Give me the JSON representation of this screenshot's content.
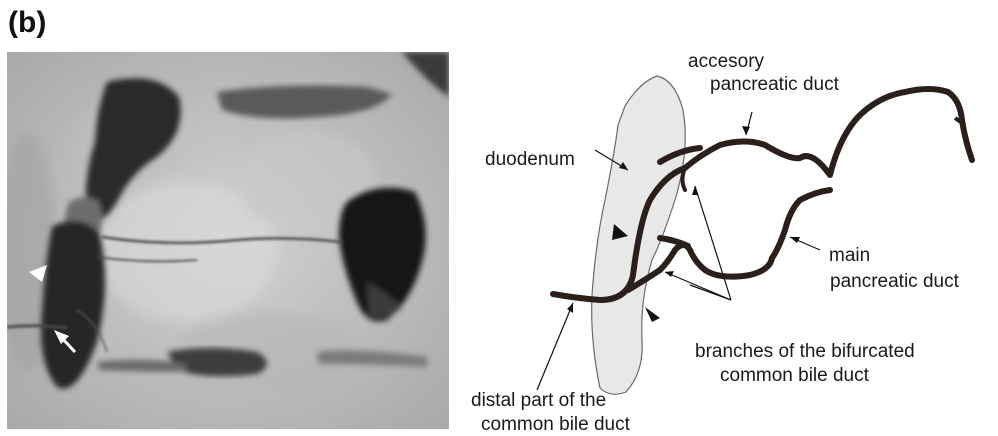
{
  "panel": {
    "label": "(b)"
  },
  "labels": {
    "duodenum": "duodenum",
    "accessory_line1": "accesory",
    "accessory_line2": "pancreatic duct",
    "main_line1": "main",
    "main_line2": "pancreatic duct",
    "branches_line1": "branches of the bifurcated",
    "branches_line2": "common bile duct",
    "distal_line1": "distal part of the",
    "distal_line2": "common bile duct"
  },
  "colors": {
    "duct": "#2b1f1c",
    "duodenum_fill": "#e8e8e8",
    "xray_background": "#c4c4c4"
  }
}
